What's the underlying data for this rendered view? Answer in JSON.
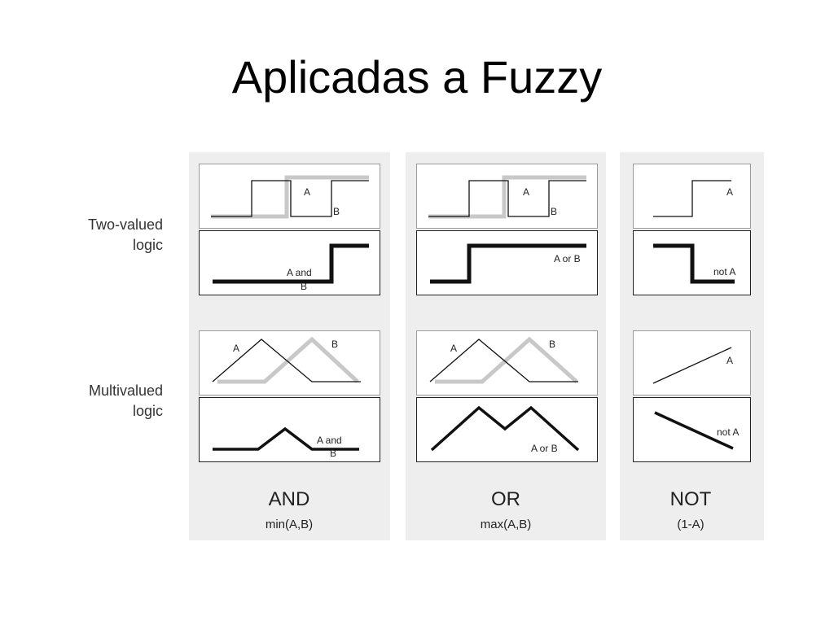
{
  "title": "Aplicadas a Fuzzy",
  "row_labels": {
    "two_valued": [
      "Two-valued",
      "logic"
    ],
    "multivalued": [
      "Multivalued",
      "logic"
    ]
  },
  "columns": [
    {
      "name": "AND",
      "formula": "min(A,B)"
    },
    {
      "name": "OR",
      "formula": "max(A,B)"
    },
    {
      "name": "NOT",
      "formula": "(1-A)"
    }
  ],
  "panel_labels": {
    "a": "A",
    "b": "B",
    "and_result": [
      "A and",
      "B"
    ],
    "or_result": "A or B",
    "not_result": "not A"
  },
  "colors": {
    "column_background": "#eeeeee",
    "input_b_line": "#c8c8c8",
    "result_line": "#111111"
  }
}
